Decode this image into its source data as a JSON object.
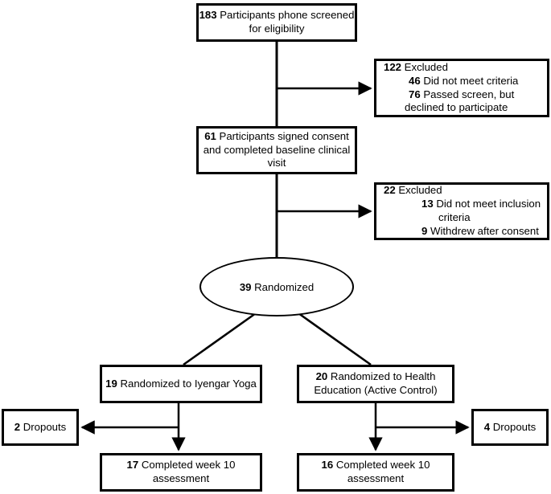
{
  "diagram": {
    "title": "CONSORT participant flow diagram",
    "line_color": "#000000",
    "background": "#ffffff"
  },
  "nodes": {
    "screened": {
      "count": "183",
      "line1_rest": " Participants phone screened",
      "line2": "for eligibility"
    },
    "excluded1": {
      "count": "122",
      "label": " Excluded",
      "sub1_count": "46",
      "sub1_rest": " Did not meet criteria",
      "sub2_count": "76",
      "sub2_rest": " Passed screen, but",
      "sub2_line2": "declined to participate"
    },
    "consent": {
      "count": "61",
      "line1_rest": " Participants signed consent",
      "line2": "and completed baseline clinical",
      "line3": "visit"
    },
    "excluded2": {
      "count": "22",
      "label": " Excluded",
      "sub1_count": "13",
      "sub1_rest": " Did not meet inclusion",
      "sub1_line2": "criteria",
      "sub2_count": "9",
      "sub2_rest": " Withdrew after consent"
    },
    "randomized": {
      "count": "39",
      "label": " Randomized"
    },
    "yoga": {
      "count": "19",
      "label": " Randomized to Iyengar Yoga"
    },
    "health": {
      "count": "20",
      "line1_rest": " Randomized to Health",
      "line2": "Education (Active Control)"
    },
    "dropouts_left": {
      "count": "2",
      "label": " Dropouts"
    },
    "dropouts_right": {
      "count": "4",
      "label": " Dropouts"
    },
    "complete_left": {
      "count": "17",
      "line1_rest": " Completed week 10",
      "line2": "assessment"
    },
    "complete_right": {
      "count": "16",
      "line1_rest": " Completed week 10",
      "line2": "assessment"
    }
  }
}
